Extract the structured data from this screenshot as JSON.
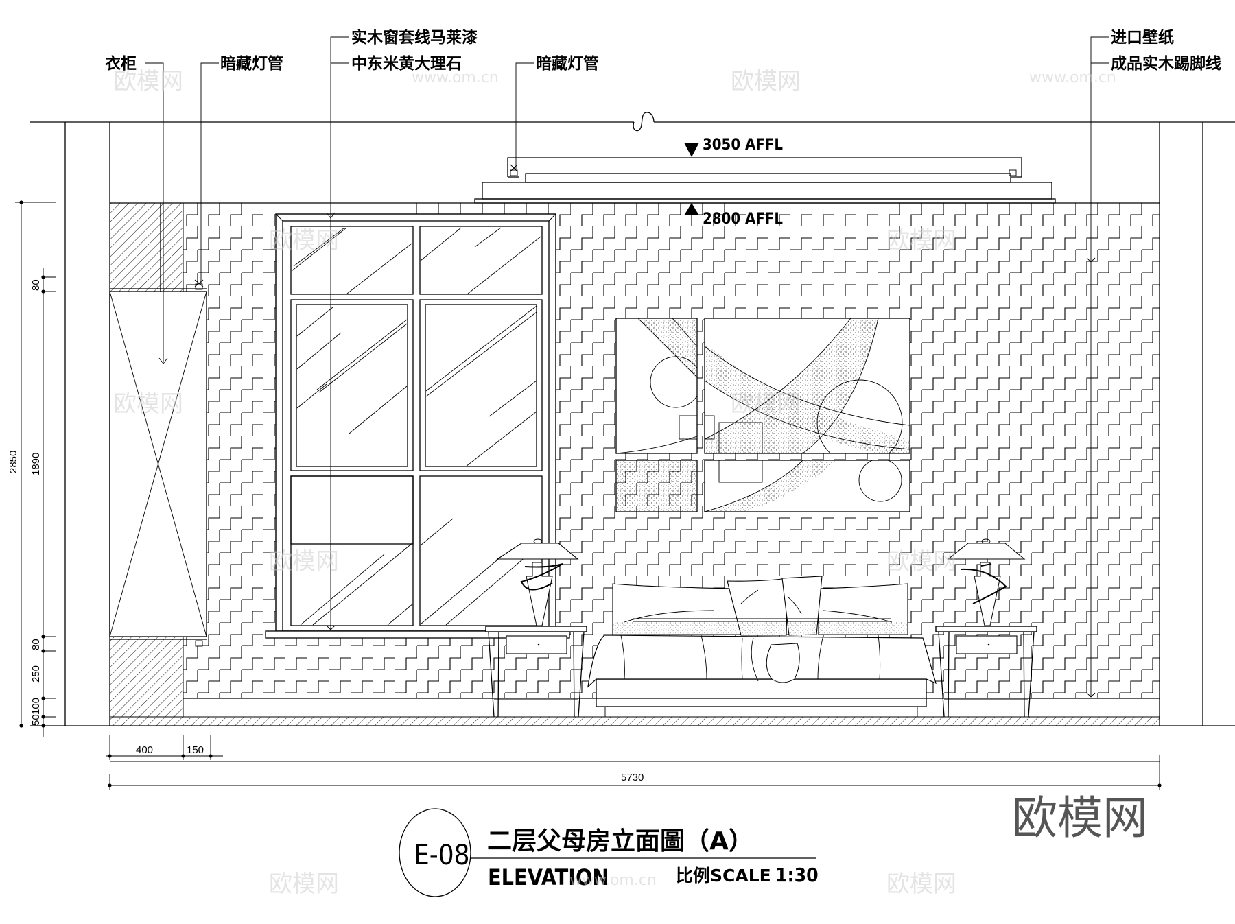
{
  "drawing": {
    "callouts": {
      "wardrobe": "衣柜",
      "hidden_light_left": "暗藏灯管",
      "window_trim": "实木窗套线马莱漆",
      "marble": "中东米黄大理石",
      "hidden_light_ceiling": "暗藏灯管",
      "wallpaper": "进口壁纸",
      "skirting": "成品实木踢脚线"
    },
    "levels": {
      "ceiling_top": "3050 AFFL",
      "ceiling_bottom": "2800 AFFL"
    },
    "dimensions": {
      "vertical_total": "2850",
      "vertical_segments": [
        "80",
        "1890",
        "80",
        "250",
        "100",
        "50"
      ],
      "horizontal_segments": [
        "400",
        "150"
      ],
      "horizontal_total": "5730"
    },
    "title_block": {
      "drawing_number": "E-08",
      "title_cn": "二层父母房立面圖（A）",
      "title_en": "ELEVATION",
      "scale_label": "比例SCALE",
      "scale_value": "1:30"
    },
    "watermark": {
      "brand": "欧模网",
      "url": "www.om.cn"
    }
  }
}
